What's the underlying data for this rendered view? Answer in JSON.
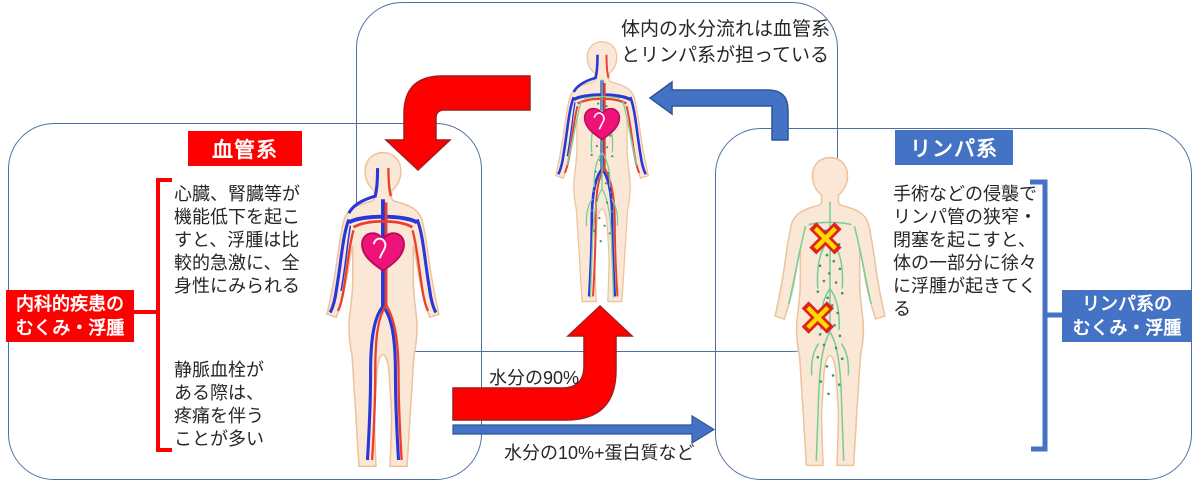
{
  "top_note": "体内の水分流れは血管系\nとリンパ系が担っている",
  "vascular": {
    "header": "血管系",
    "text1": "心臓、腎臓等が\n機能低下を起こ\nすと、浮腫は比\n較的急激に、全\n身性にみられる",
    "text2": "静脈血栓が\nある際は、\n疼痛を伴う\nことが多い",
    "label": "内科的疾患の\nむくみ・浮腫",
    "color": "#fe0000"
  },
  "lymph": {
    "header": "リンパ系",
    "text": "手術などの侵襲で\nリンパ管の狭窄・\n閉塞を起こすと、\n体の一部分に徐々\nに浮腫が起きてく\nる",
    "label": "リンパ系の\nむくみ・浮腫",
    "color": "#4472c4"
  },
  "flows": {
    "to_vascular": "水分の90%",
    "to_lymph": "水分の10%+蛋白質など"
  },
  "icons": {
    "vascular_body": "human-body-blood-vessels-illustration",
    "combined_body": "human-body-blood-and-lymph-illustration",
    "lymph_body": "human-body-lymph-vessels-illustration",
    "blockage": "x-blockage-icon",
    "heart": "heart-icon"
  },
  "colors": {
    "red": "#fe0000",
    "red_edge": "#a61b1b",
    "blue": "#4472c4",
    "blue_edge": "#2f5597",
    "box_border": "#4d6fa5",
    "skin": "#fbe7d6",
    "skin_edge": "#edc39e",
    "artery": "#e8402c",
    "vein": "#2936d8",
    "lymph_green": "#74cf97",
    "lymph_dot": "#2f9e57",
    "heart_pink": "#ef1279",
    "x_yellow": "#ffd900",
    "x_red": "#dd241c"
  }
}
